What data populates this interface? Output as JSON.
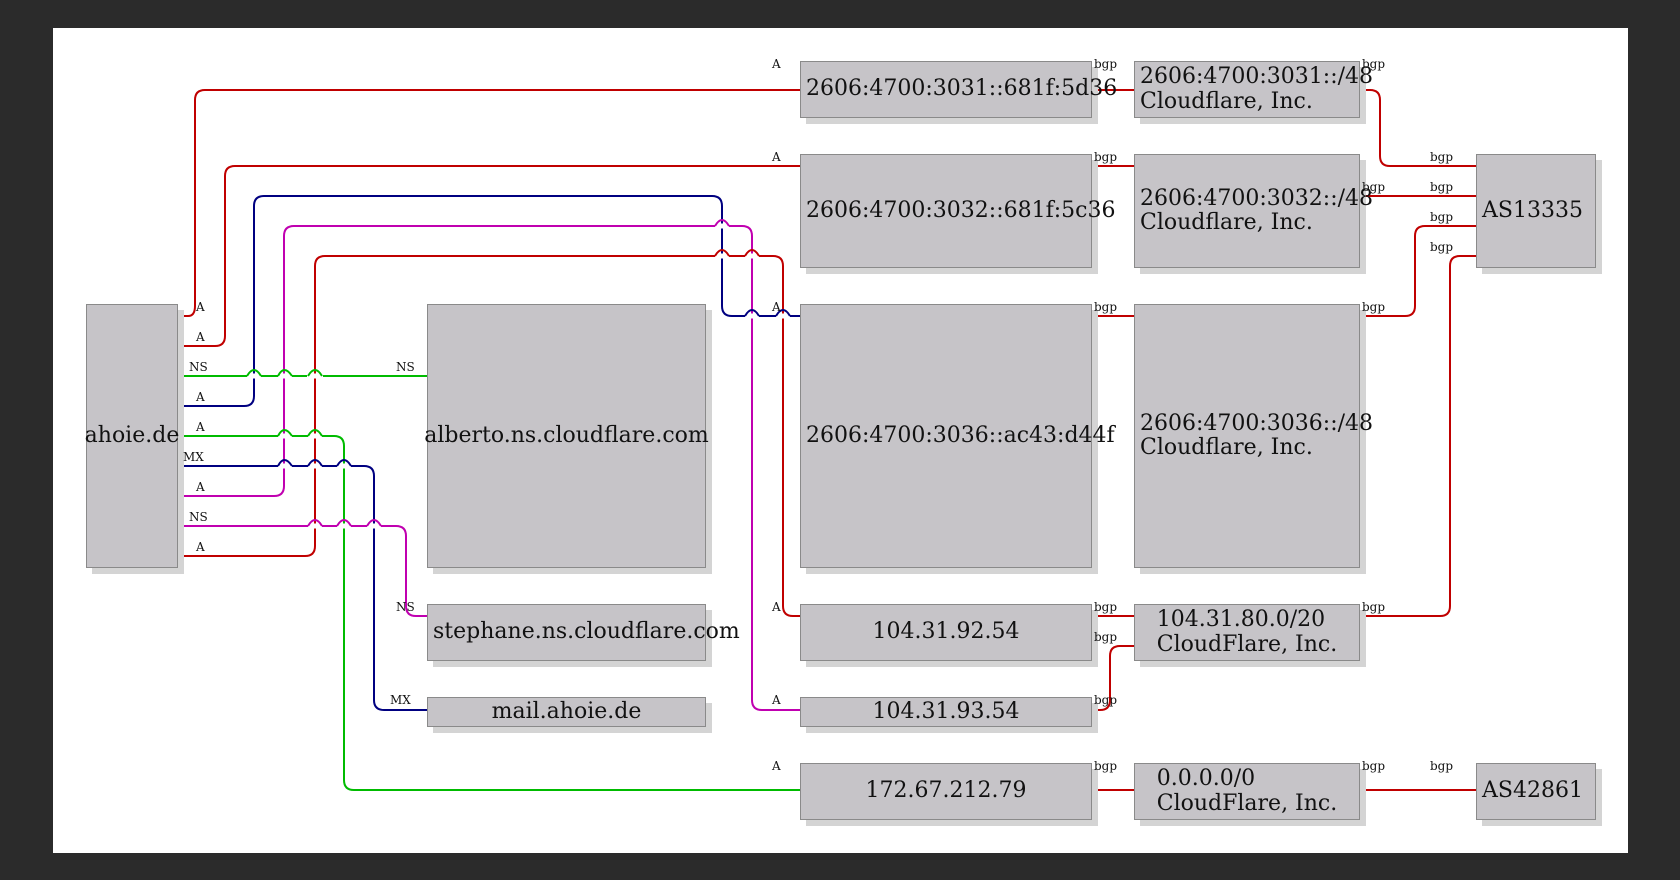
{
  "nodes": {
    "ahoie": "ahoie.de",
    "alberto": "alberto.ns.cloudflare.com",
    "stephane": "stephane.ns.cloudflare.com",
    "mail": "mail.ahoie.de",
    "ip_5d36": "2606:4700:3031::681f:5d36",
    "ip_5c36": "2606:4700:3032::681f:5c36",
    "ip_d44f": "2606:4700:3036::ac43:d44f",
    "ip_9254": "104.31.92.54",
    "ip_9354": "104.31.93.54",
    "ip_d479": "172.67.212.79",
    "pfx_3031": {
      "line1": "2606:4700:3031::/48",
      "line2": "Cloudflare, Inc."
    },
    "pfx_3032": {
      "line1": "2606:4700:3032::/48",
      "line2": "Cloudflare, Inc."
    },
    "pfx_3036": {
      "line1": "2606:4700:3036::/48",
      "line2": "Cloudflare, Inc."
    },
    "pfx_10431": {
      "line1": "104.31.80.0/20",
      "line2": "CloudFlare, Inc."
    },
    "pfx_0000": {
      "line1": "0.0.0.0/0",
      "line2": "CloudFlare, Inc."
    },
    "as13335": "AS13335",
    "as42861": "AS42861"
  },
  "edge_labels": {
    "a": "A",
    "ns": "NS",
    "mx": "MX",
    "bgp": "bgp"
  },
  "colors": {
    "red": "#c00000",
    "green": "#00bb00",
    "navy": "#000080",
    "magenta": "#c000b0",
    "node_fill": "#c6c4c8"
  }
}
